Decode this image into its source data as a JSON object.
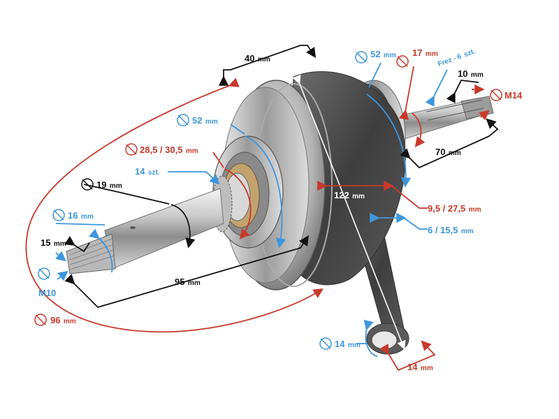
{
  "colors": {
    "red": "#c8392b",
    "blue": "#3e96dd",
    "black": "#111111",
    "white": "#ffffff"
  },
  "icons": {
    "diameter": "diameter-icon"
  },
  "labels": {
    "flywheel_width": {
      "value": "40",
      "unit": "mm"
    },
    "right_bearing_dia": {
      "value": "52",
      "unit": "mm"
    },
    "right_seat_dia": {
      "value": "17",
      "unit": "mm"
    },
    "splines": {
      "value": "Frez - 6",
      "unit": "szt."
    },
    "right_thread_len": {
      "value": "10",
      "unit": "mm"
    },
    "right_thread": {
      "value": "M14"
    },
    "right_shaft_len": {
      "value": "70",
      "unit": "mm"
    },
    "crank_height": {
      "value": "122",
      "unit": "mm"
    },
    "crank_web": {
      "value": "9,5 / 27,5",
      "unit": "mm"
    },
    "web_thickness": {
      "value": "6 / 15,5",
      "unit": "mm"
    },
    "left_bearing_dia": {
      "value": "52",
      "unit": "mm"
    },
    "left_gear_dia": {
      "value": "28,5 / 30,5",
      "unit": "mm"
    },
    "gear_teeth": {
      "value": "14",
      "unit": "szt."
    },
    "taper_dia": {
      "value": "19",
      "unit": "mm"
    },
    "left_shaft_dia": {
      "value": "16",
      "unit": "mm"
    },
    "left_thread_len": {
      "value": "15",
      "unit": "mm"
    },
    "left_thread": {
      "value": "M10"
    },
    "left_shaft_len": {
      "value": "95",
      "unit": "mm"
    },
    "flywheel_dia": {
      "value": "96",
      "unit": "mm"
    },
    "pin_dia": {
      "value": "14",
      "unit": "mm"
    },
    "pin_width": {
      "value": "14",
      "unit": "mm"
    }
  }
}
